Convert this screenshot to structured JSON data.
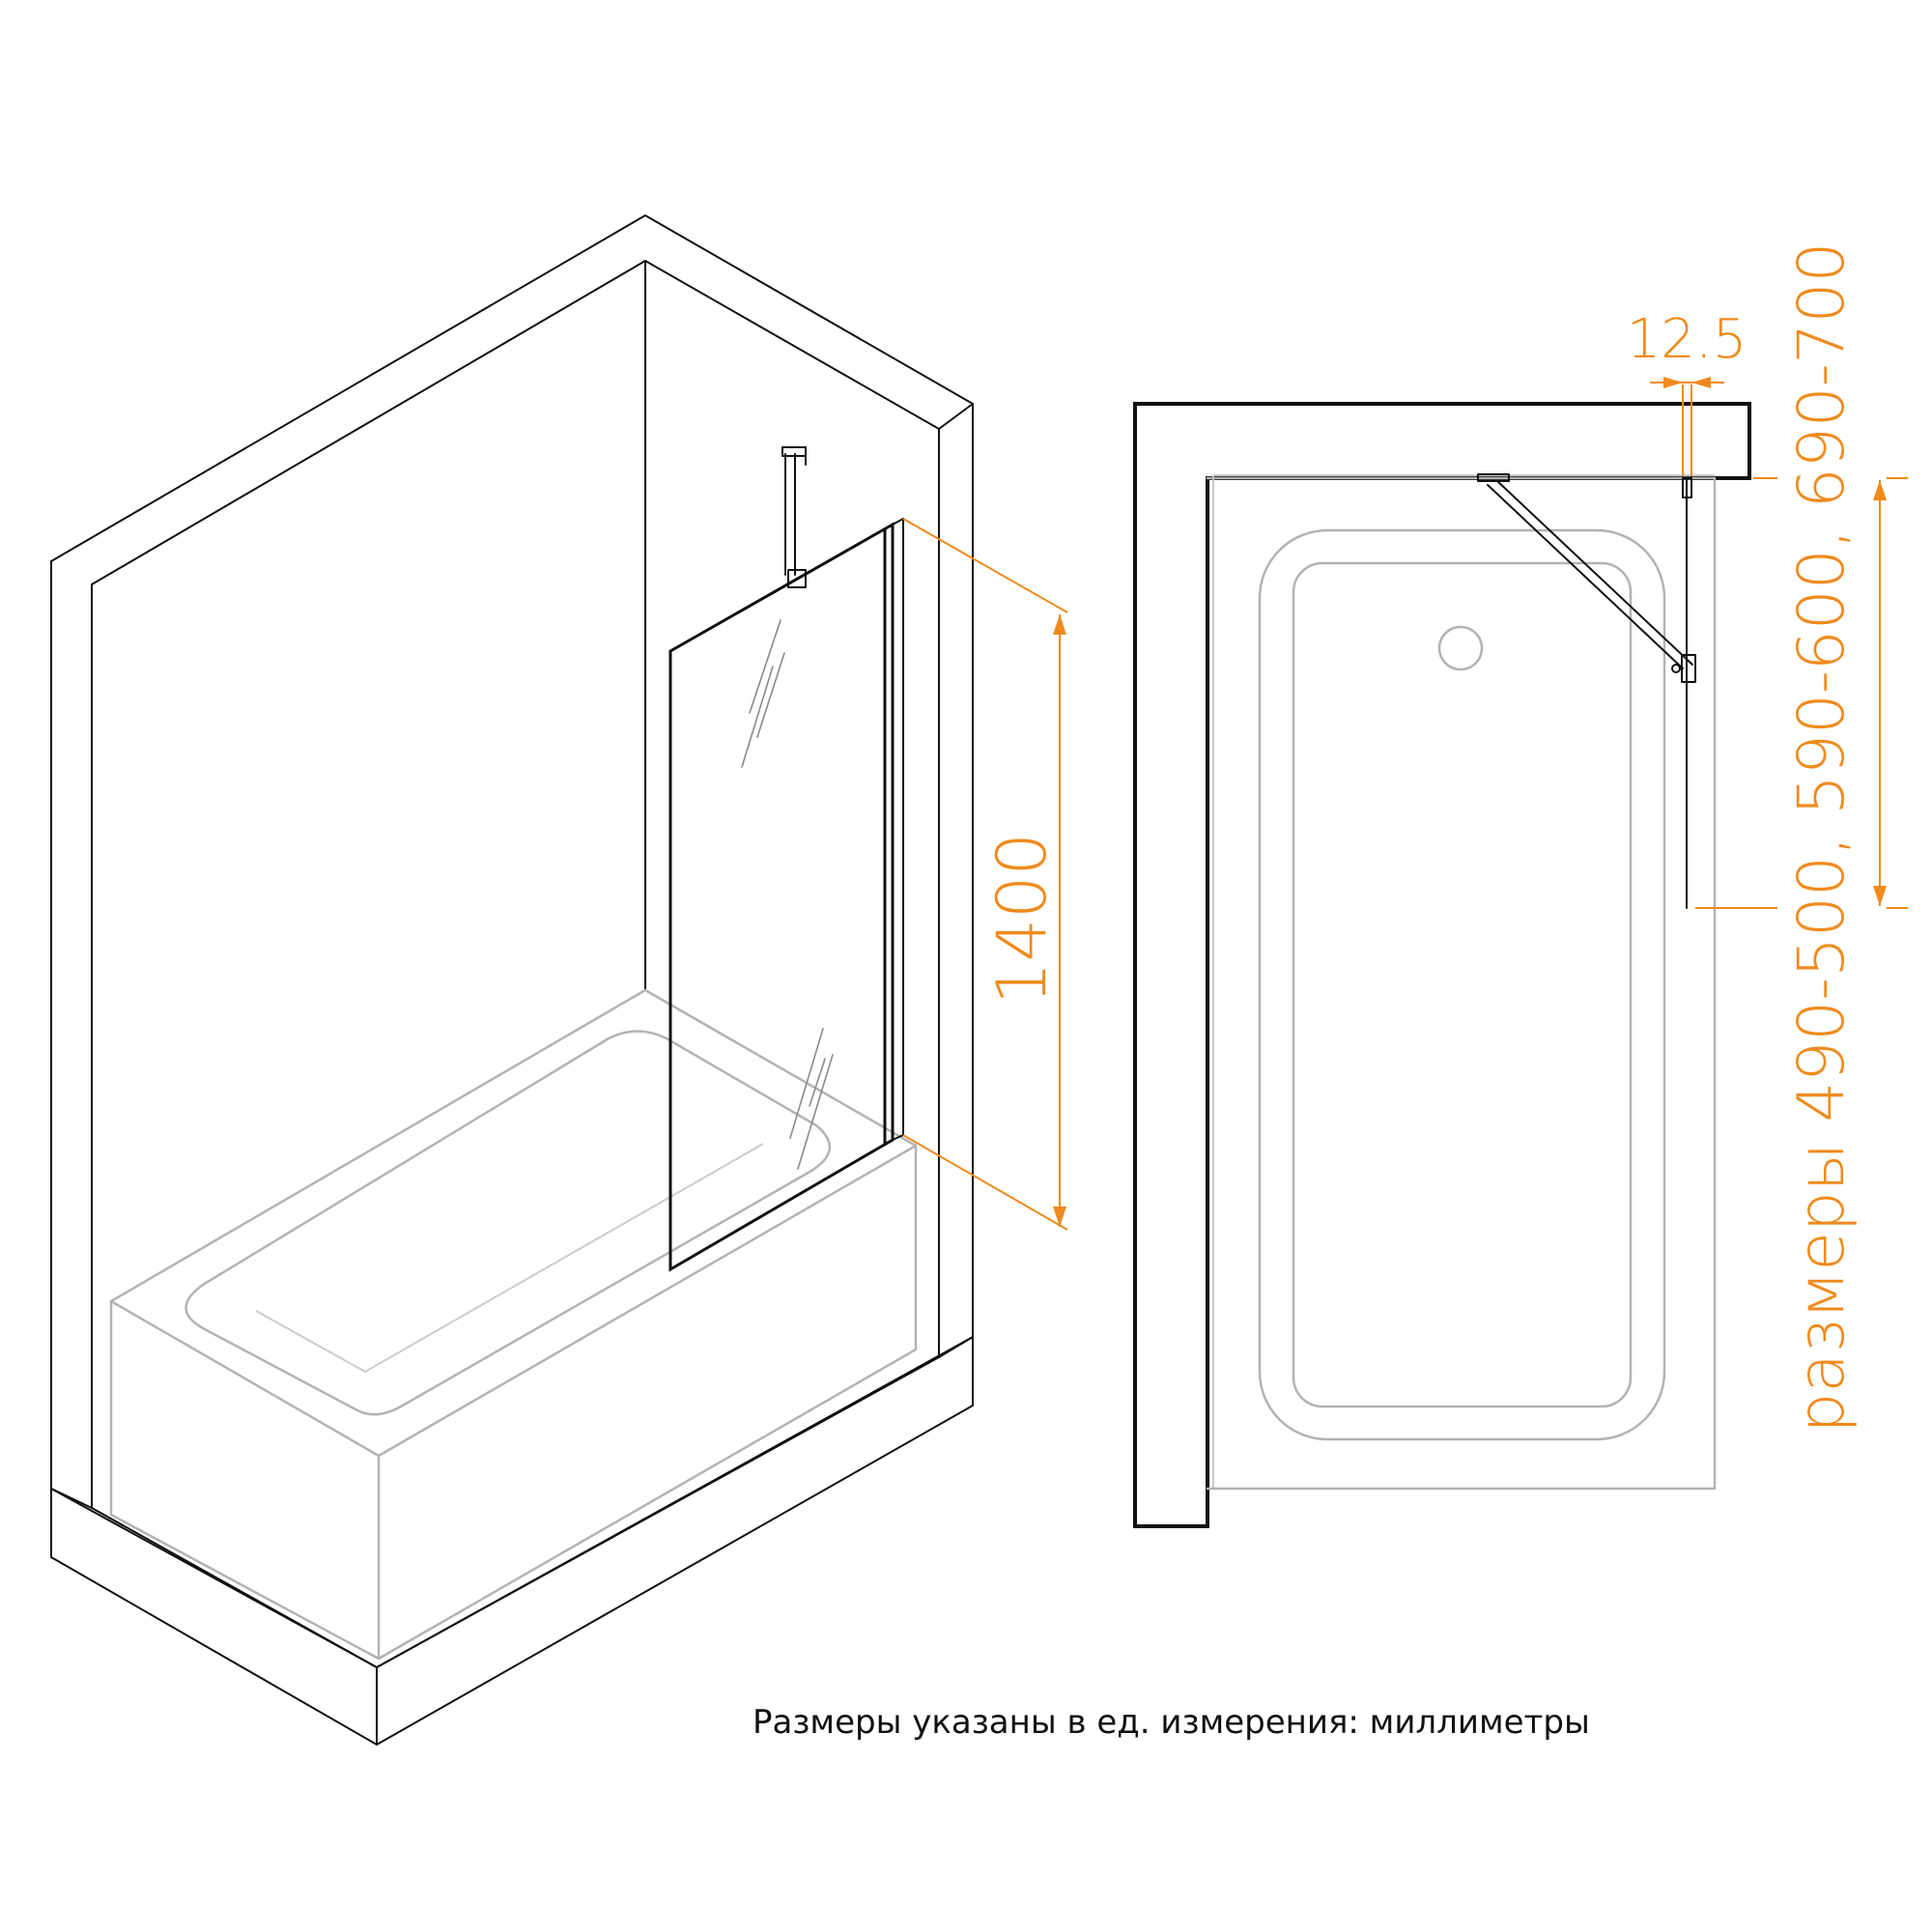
{
  "dimensions": {
    "height_label": "1400",
    "thickness_label": "12.5",
    "sizes_label": "размеры 490-500, 590-600, 690-700"
  },
  "note": "Размеры указаны в ед. измерения: миллиметры",
  "colors": {
    "dimension": "#f08a1c",
    "line": "#111111",
    "bath_outline": "#b3b3b3"
  }
}
